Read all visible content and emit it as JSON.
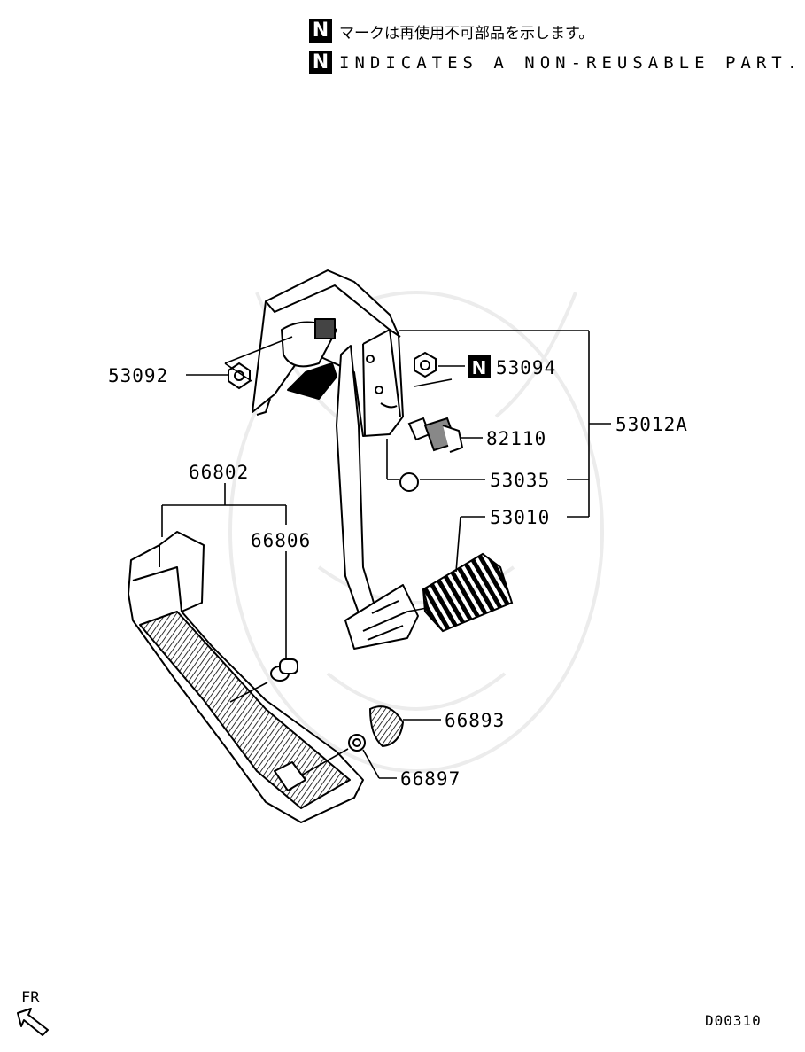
{
  "legend": {
    "badge": "N",
    "line_ja": "マークは再使用不可部品を示します。",
    "line_en": "INDICATES A NON-REUSABLE PART."
  },
  "parts": {
    "p53092": "53092",
    "p53094": "53094",
    "p53012A": "53012A",
    "p82110": "82110",
    "p53035": "53035",
    "p53010": "53010",
    "p66802": "66802",
    "p66806": "66806",
    "p66893": "66893",
    "p66897": "66897"
  },
  "direction": {
    "label": "FR"
  },
  "diagram_code": "D00310"
}
